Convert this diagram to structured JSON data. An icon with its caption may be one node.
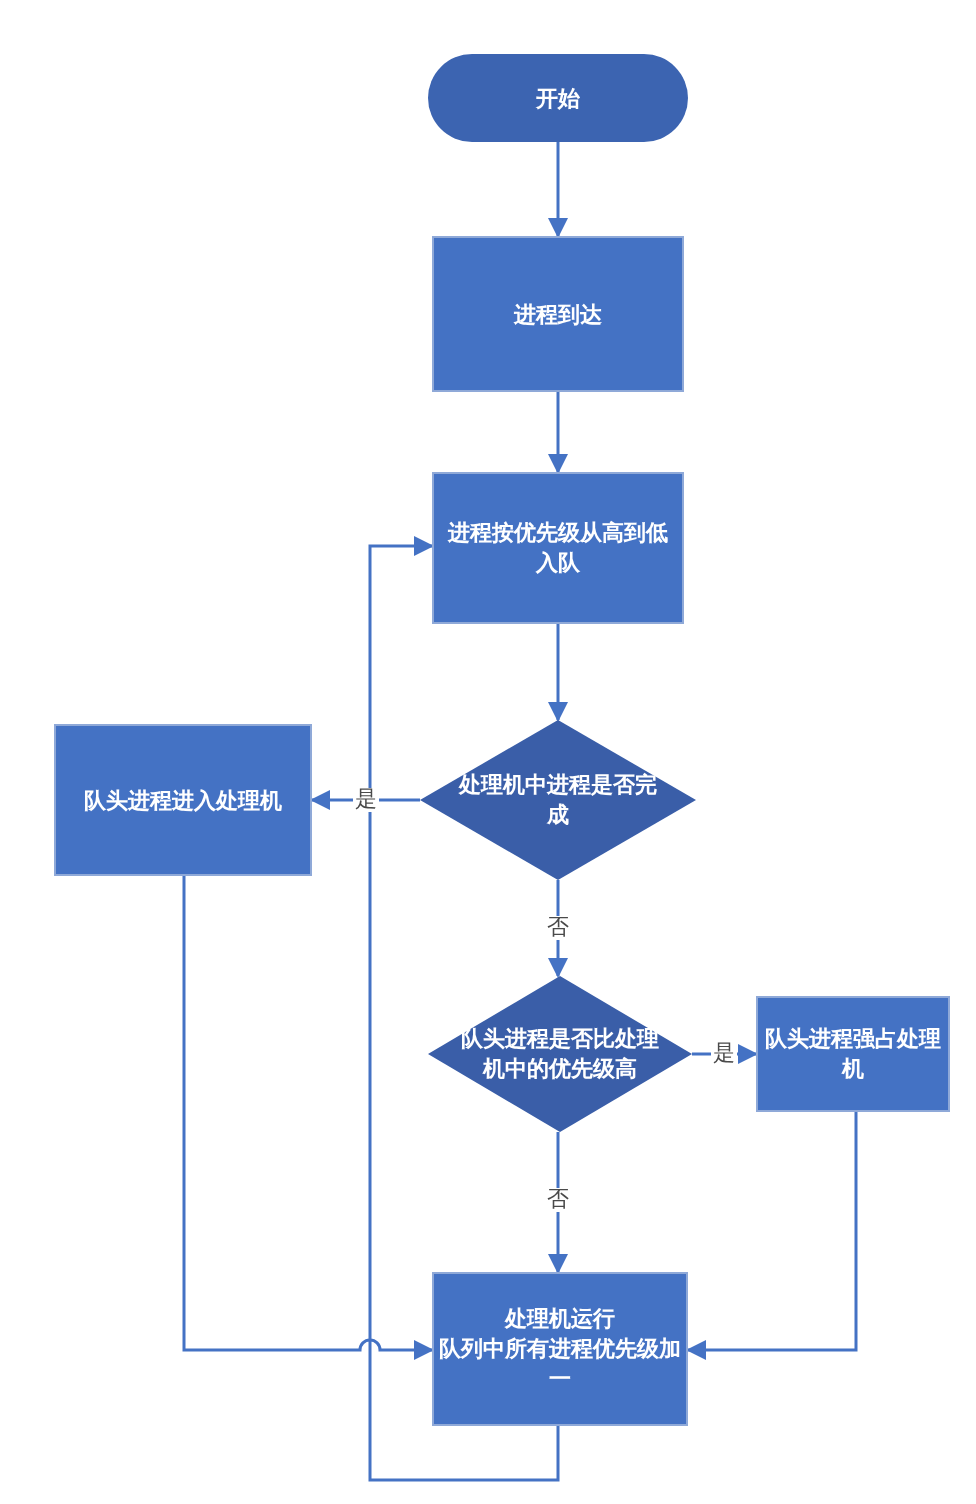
{
  "diagram": {
    "nodes": [
      {
        "text": [
          "开始"
        ]
      },
      {
        "text": [
          "进程到达"
        ]
      },
      {
        "text": [
          "进程按优先级从高到低入队"
        ]
      },
      {
        "text": [
          "处理机中进程是否完成"
        ]
      },
      {
        "text": [
          "队头进程进入处理机"
        ]
      },
      {
        "text": [
          "队头进程是否比处理机中的优先级高"
        ]
      },
      {
        "text": [
          "队头进程强占处理机"
        ]
      },
      {
        "text": [
          "处理机运行",
          "队列中所有进程优先级加一"
        ]
      }
    ],
    "edges": [
      {
        "from": 0,
        "to": 1,
        "arrow": "to"
      },
      {
        "from": 1,
        "to": 2,
        "arrow": "to"
      },
      {
        "from": 2,
        "to": 3,
        "arrow": "to"
      },
      {
        "from": 3,
        "to": 4,
        "arrow": "to",
        "label": "是"
      },
      {
        "from": 3,
        "to": 5,
        "arrow": "to",
        "label": "否"
      },
      {
        "from": 5,
        "to": 6,
        "arrow": "to",
        "label": "是"
      },
      {
        "from": 5,
        "to": 7,
        "arrow": "to",
        "label": "否"
      },
      {
        "from": 6,
        "to": 7,
        "arrow": "to"
      },
      {
        "from": 4,
        "to": 7,
        "arrow": "to"
      },
      {
        "from": 7,
        "to": 2,
        "arrow": "to"
      }
    ]
  }
}
